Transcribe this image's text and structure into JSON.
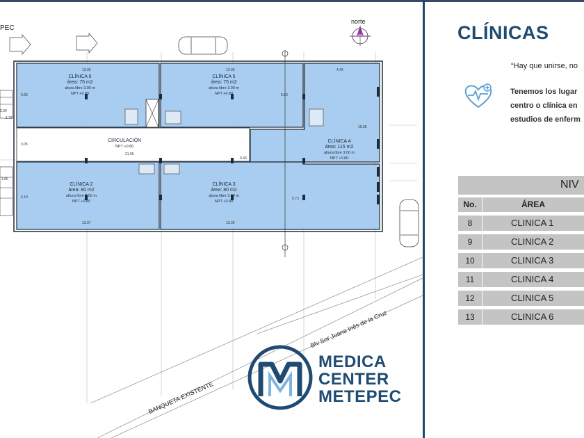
{
  "plan": {
    "top_left_text": "PEC",
    "north_label": "norte",
    "clinics": [
      {
        "name": "CLÍNICA 6",
        "area": "área: 75 m2",
        "height": "altura libre 3.00 m",
        "npt": "NPT +0.80"
      },
      {
        "name": "CLÍNICA 5",
        "area": "área: 75 m2",
        "height": "altura libre 3.00 m",
        "npt": "NPT +0.80"
      },
      {
        "name": "CLÍNICA 4",
        "area": "área: 115 m2",
        "height": "altura libre 3.00 m",
        "npt": "NPT +0.80"
      },
      {
        "name": "CLÍNICA 2",
        "area": "área: 80 m2",
        "height": "altura libre 3.00 m",
        "npt": "NPT +0.80"
      },
      {
        "name": "CLÍNICA 3",
        "area": "área: 80 m2",
        "height": "altura libre 3.00 m",
        "npt": "NPT +0.80"
      }
    ],
    "circulation": {
      "name": "CIRCULACIÓN",
      "npt": "NPT +0.80"
    },
    "dims": {
      "d1": "13.06",
      "d2": "13.05",
      "d3": "4.42",
      "d4": "5.83",
      "d5": "5.83",
      "d6": "1.72",
      "d7": "2.00",
      "d8": "21.55",
      "d9": "3.05",
      "d10": "0.43",
      "d11": "15.95",
      "d12": "1.85",
      "d13": "6.19",
      "d14": "5.73",
      "d15": "13.07",
      "d16": "13.05"
    },
    "street_1": "Blv Sor Juana Inés de la Cruz",
    "street_2": "BANQUETA EXISTENTE",
    "logo_lines": [
      "MEDICA",
      "CENTER",
      "METEPEC"
    ]
  },
  "panel": {
    "title": "CLÍNICAS",
    "quote": "“Hay que unirse, no",
    "paragraph": [
      "Tenemos los lugar",
      "centro o clínica en",
      "estudios de enferm"
    ],
    "table": {
      "header": "NIV",
      "col_no": "No.",
      "col_area": "ÁREA",
      "rows": [
        {
          "no": "8",
          "area": "CLINICA 1"
        },
        {
          "no": "9",
          "area": "CLINICA 2"
        },
        {
          "no": "10",
          "area": "CLINICA 3"
        },
        {
          "no": "11",
          "area": "CLINICA 4"
        },
        {
          "no": "12",
          "area": "CLINICA 5"
        },
        {
          "no": "13",
          "area": "CLINICA 6"
        }
      ]
    }
  },
  "colors": {
    "room_fill": "#a9cdf0",
    "wall": "#1d2a3a",
    "brand": "#1f4b72",
    "table_gray": "#c4c4c4",
    "north_accent": "#a33fb5"
  }
}
